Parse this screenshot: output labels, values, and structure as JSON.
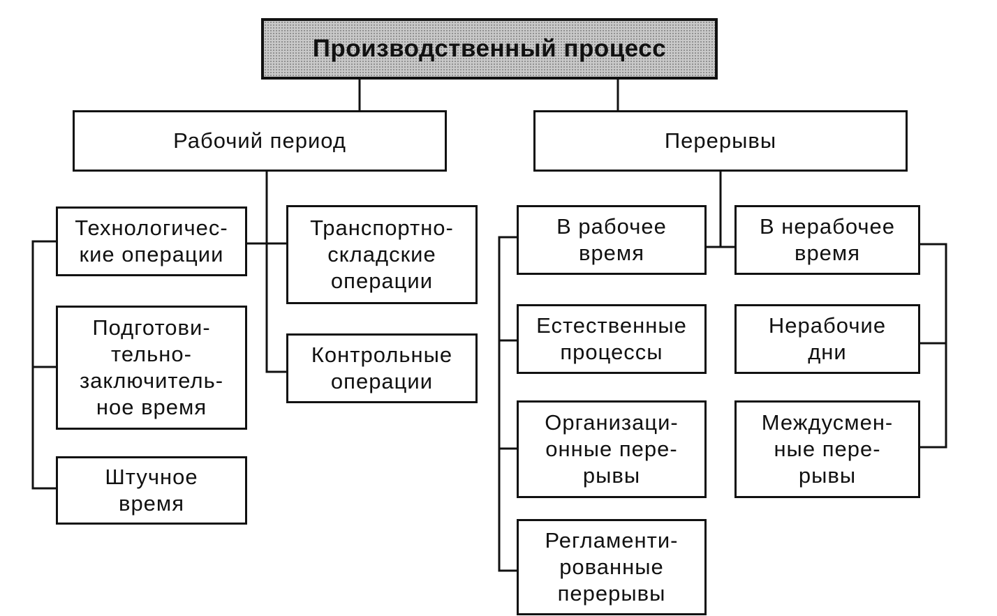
{
  "diagram": {
    "root": "Производственный процесс",
    "working_period": {
      "title": "Рабочий период",
      "technological_operations": "Технологичес-\nкие операции",
      "preparatory_final_time": "Подготови-\nтельно-\nзаключитель-\nное время",
      "piece_time": "Штучное\nвремя",
      "transport_warehouse_operations": "Транспортно-\nскладские\nоперации",
      "control_operations": "Контрольные\nоперации"
    },
    "breaks": {
      "title": "Перерывы",
      "in_working_time": "В рабочее\nвремя",
      "natural_processes": "Естественные\nпроцессы",
      "organizational_breaks": "Организаци-\nонные пере-\nрывы",
      "regulated_breaks": "Регламенти-\nрованные\nперерывы",
      "in_non_working_time": "В нерабочее\nвремя",
      "non_working_days": "Нерабочие\nдни",
      "inter_shift_breaks": "Междусмен-\nные пере-\nрывы"
    }
  }
}
